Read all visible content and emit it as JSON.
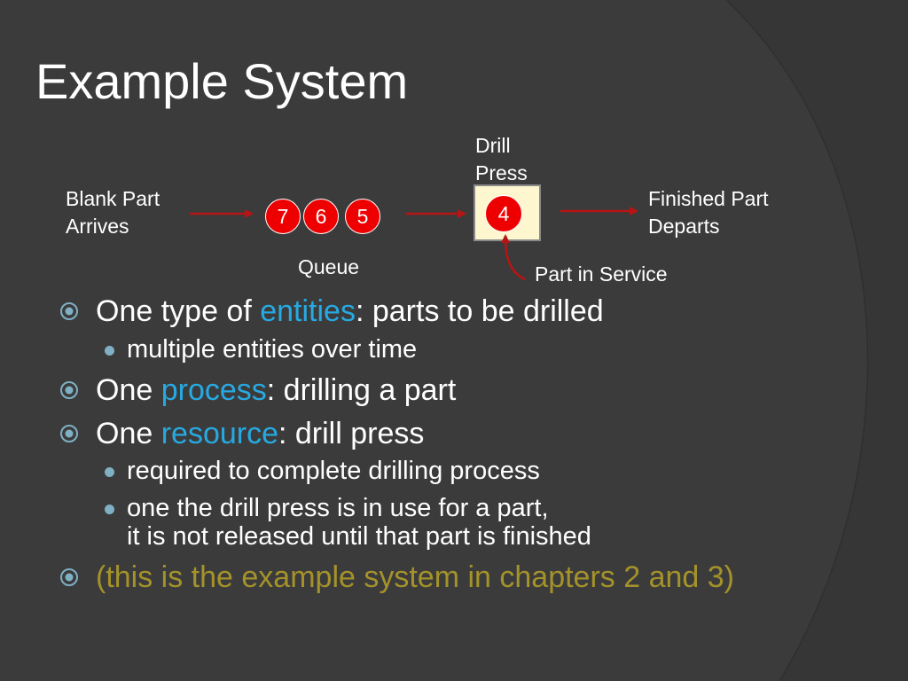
{
  "slide": {
    "title": "Example System"
  },
  "diagram": {
    "blank_part_line1": "Blank Part",
    "blank_part_line2": "Arrives",
    "queue_parts": [
      "7",
      "6",
      "5"
    ],
    "queue_label": "Queue",
    "drill_press_line1": "Drill",
    "drill_press_line2": "Press",
    "service_part": "4",
    "part_in_service_label": "Part in Service",
    "finished_part_line1": "Finished Part",
    "finished_part_line2": "Departs",
    "colors": {
      "part_fill": "#ef0000",
      "arrow": "#b81414",
      "drill_box_fill": "#fdf6cf"
    }
  },
  "bullets": {
    "b1": {
      "prefix": "One type of ",
      "highlight": "entities",
      "suffix": ": parts to be drilled",
      "sub": [
        "multiple entities over time"
      ]
    },
    "b2": {
      "prefix": "One ",
      "highlight": "process",
      "suffix": ": drilling a part"
    },
    "b3": {
      "prefix": "One ",
      "highlight": "resource",
      "suffix": ": drill press",
      "sub": [
        "required to complete drilling process",
        "one the drill press is in use for a part,",
        "it is not released until that part is finished"
      ]
    },
    "b4": {
      "text": "(this is the example system in chapters 2 and 3)"
    },
    "colors": {
      "highlight": "#27a9e1",
      "note": "#a4922a",
      "marker": "#7fb0c4"
    }
  }
}
